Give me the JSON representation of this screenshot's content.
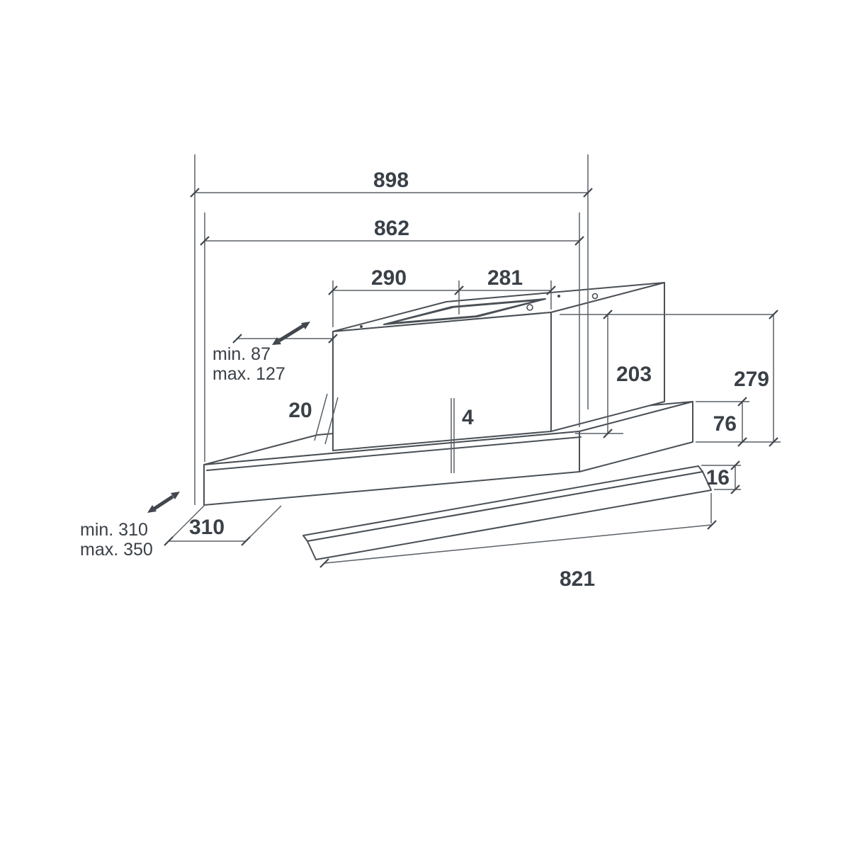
{
  "page": {
    "background": "#ffffff"
  },
  "drawing": {
    "title": "cooker-hood-dimension-drawing",
    "units": "mm",
    "line_color": "#4a5056",
    "dim_line_color": "#5b6167",
    "text_color": "#3a4047",
    "labels": {
      "width_overall": "898",
      "width_body": "862",
      "width_top_left": "290",
      "width_top_right": "281",
      "duct_min": "min. 87",
      "duct_max": "max. 127",
      "inset_rear": "20",
      "gap_front": "4",
      "height_duct": "203",
      "height_overall": "279",
      "height_body": "76",
      "height_visor": "16",
      "depth_min": "min. 310",
      "depth_max": "max. 350",
      "depth_body": "310",
      "width_visor": "821"
    }
  }
}
